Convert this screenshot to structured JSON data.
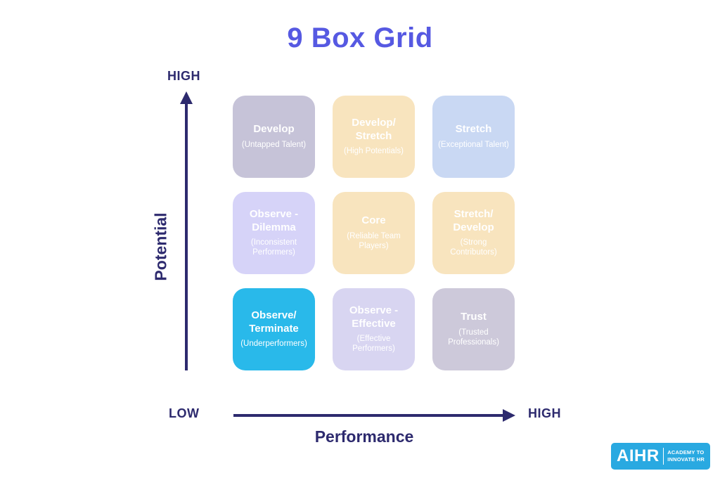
{
  "title": "9 Box Grid",
  "colors": {
    "title": "#5659e2",
    "axis": "#2d2a6e",
    "logo_bg": "#29a9e1"
  },
  "axes": {
    "y": {
      "label": "Potential",
      "high": "HIGH",
      "low": "LOW"
    },
    "x": {
      "label": "Performance",
      "high": "HIGH"
    }
  },
  "grid": {
    "cells": [
      {
        "title": "Develop",
        "subtitle": "(Untapped Talent)",
        "color": "#c6c3d8"
      },
      {
        "title": "Develop/ Stretch",
        "subtitle": "(High Potentials)",
        "color": "#f8e4be"
      },
      {
        "title": "Stretch",
        "subtitle": "(Exceptional Talent)",
        "color": "#c9d8f3"
      },
      {
        "title": "Observe - Dilemma",
        "subtitle": "(Inconsistent Performers)",
        "color": "#d6d3f8"
      },
      {
        "title": "Core",
        "subtitle": "(Reliable Team Players)",
        "color": "#f8e4be"
      },
      {
        "title": "Stretch/ Develop",
        "subtitle": "(Strong Contributors)",
        "color": "#f8e4be"
      },
      {
        "title": "Observe/ Terminate",
        "subtitle": "(Underperformers)",
        "color": "#29b9ea"
      },
      {
        "title": "Observe - Effective",
        "subtitle": "(Effective Performers)",
        "color": "#d8d5f1"
      },
      {
        "title": "Trust",
        "subtitle": "(Trusted Professionals)",
        "color": "#cdc9da"
      }
    ]
  },
  "logo": {
    "brand": "AIHR",
    "tagline_line1": "ACADEMY TO",
    "tagline_line2": "INNOVATE HR"
  }
}
